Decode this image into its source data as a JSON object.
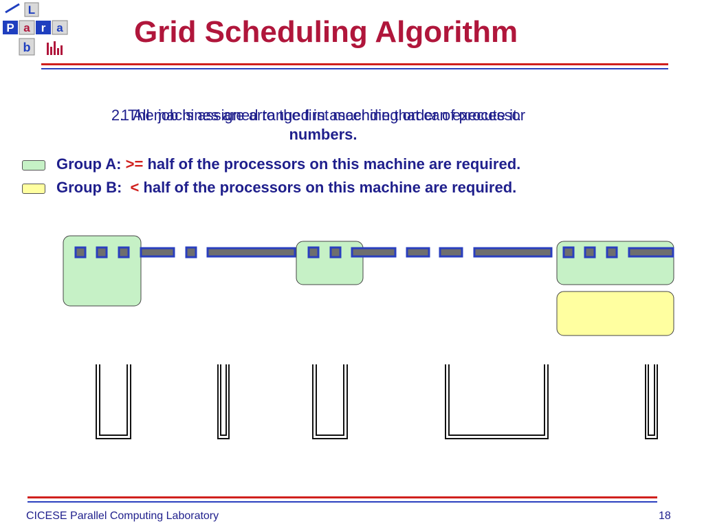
{
  "logo": {
    "letters": [
      "L",
      "P",
      "a",
      "r",
      "a",
      "b"
    ]
  },
  "title": "Grid Scheduling Algorithm",
  "statement": {
    "line1a": "1 All machines are arranged in ascending order of processor",
    "line1b": "2. The job is assigned to the first machine that can execute it.",
    "line2": "numbers."
  },
  "groups": [
    {
      "label": "Group A:",
      "operator": ">=",
      "text": "half of the processors on this machine are required.",
      "color": "#c6f1c6"
    },
    {
      "label": "Group B:",
      "operator": "<",
      "text": "half of the processors on this machine are required.",
      "color": "#ffffa0"
    }
  ],
  "colors": {
    "title": "#b0163b",
    "text": "#1f1f8c",
    "operator": "#d0201d",
    "processor_fill": "#6e6e6e",
    "processor_border": "#2a3fbf",
    "rule_red": "#d0201d",
    "rule_blue": "#2a3fbf"
  },
  "footer": {
    "lab": "CICESE Parallel Computing Laboratory",
    "page": "18"
  }
}
